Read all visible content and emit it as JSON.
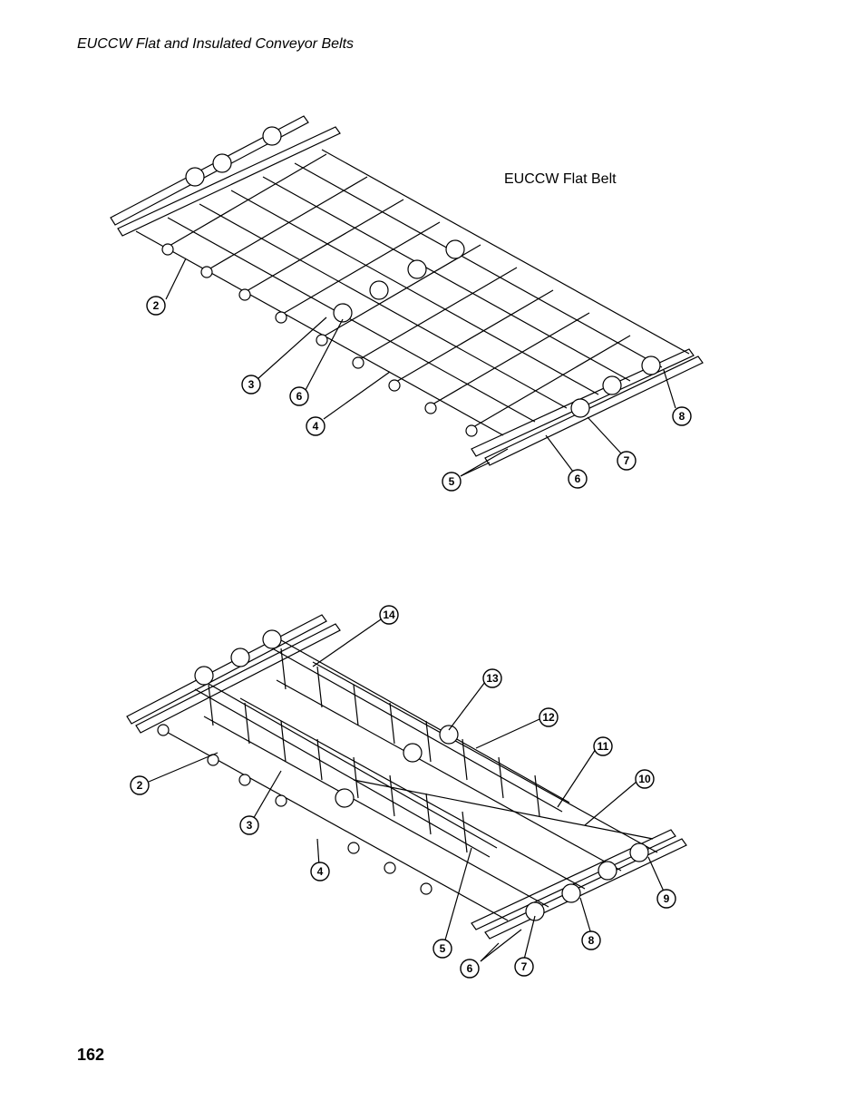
{
  "header": {
    "title": "EUCCW Flat and Insulated Conveyor Belts"
  },
  "figure1": {
    "caption": "EUCCW  Flat Belt",
    "callouts": [
      "2",
      "3",
      "6",
      "4",
      "5",
      "6",
      "7",
      "8"
    ]
  },
  "figure2": {
    "callouts": [
      "14",
      "13",
      "12",
      "11",
      "10",
      "2",
      "3",
      "4",
      "5",
      "6",
      "7",
      "8",
      "9"
    ]
  },
  "footer": {
    "page_number": "162"
  }
}
